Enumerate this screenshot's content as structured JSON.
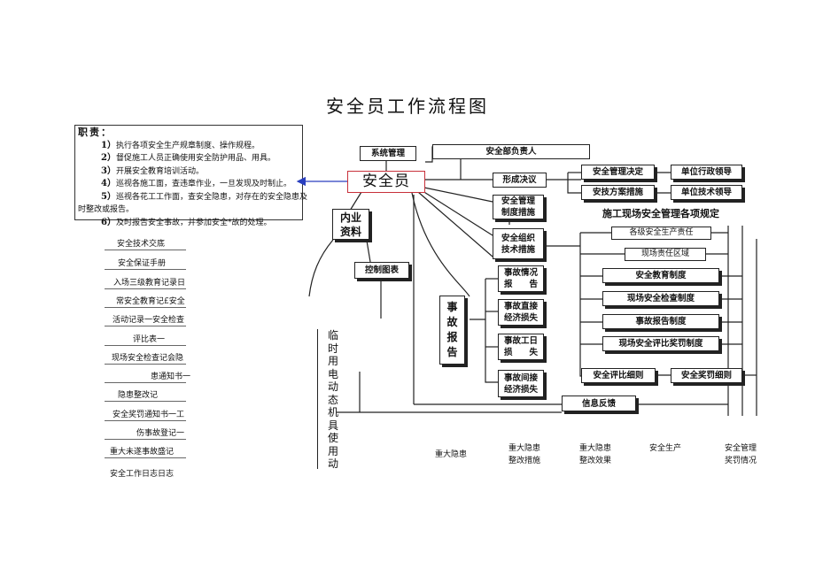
{
  "title": "安全员工作流程图",
  "duties": {
    "header": "职责：",
    "items": [
      {
        "num": "1）",
        "text": "执行各项安全生产规章制度、操作规程。"
      },
      {
        "num": "2）",
        "text": "督促施工人员正确使用安全防护用品、用具。"
      },
      {
        "num": "3）",
        "text": "开展安全教育培训活动。"
      },
      {
        "num": "4）",
        "text": "巡视各施工面，查违章作业，一旦发现及时制止。"
      },
      {
        "num": "5）",
        "text": "巡视各花工工作面，查安全隐患，对存在的安全隐患及",
        "cont": "时整改或报告。"
      },
      {
        "num": "6）",
        "text": "及时报告安全事故，并参加安全*故的处理。"
      }
    ]
  },
  "records": [
    "安全技术交底",
    "安全保证手册",
    "入场三级教育记录日",
    "常安全教育记£安全",
    "活动记录一安全检查",
    "评比表一",
    "现场安全检查记会隐",
    "患通知书一",
    "隐患整改记",
    "安全奖罚通知书一工",
    "伤事故登记一",
    "重大未遂事故盛记",
    "安全工作日志日志"
  ],
  "nodes": {
    "system_mgmt": "系统管理",
    "dept_head": "安全部负责人",
    "safety_officer": "安全员",
    "resolution": "形成决议",
    "mgmt_decision": "安全管理决定",
    "unit_admin": "单位行政领导",
    "tech_plan": "安技方案措施",
    "unit_tech": "单位技术领导",
    "mgmt_system": "安全管理\n制度措施",
    "org_tech": "安全组织\n技术措施",
    "internal_data": "内业\n资料",
    "control_chart": "控制图表",
    "accident_report": "事\n故\n报\n告",
    "acc_situation": "事故情况\n报　　告",
    "direct_loss": "事故直接\n经济损失",
    "work_days": "事故工日\n损　　失",
    "indirect_loss": "事故间接\n经济损失",
    "info_feedback": "信息反馈",
    "site_rules_title": "施工现场安全管理各项规定",
    "resp": "各级安全生产责任",
    "area": "现场责任区域",
    "edu": "安全教育制度",
    "inspect": "现场安全检查制度",
    "acc_report_sys": "事故报告制度",
    "reward": "现场安全评比奖罚制度",
    "eval_rules": "安全评比细则",
    "reward_rules": "安全奖罚细则",
    "temp_power": "临\n时\n用\n电\n动\n态\n机\n具\n使\n用\n动"
  },
  "bottom_labels": [
    {
      "text": "重大隐患"
    },
    {
      "text": "重大隐患\n整改措施"
    },
    {
      "text": "重大隐患\n整改效果"
    },
    {
      "text": "安全生产"
    },
    {
      "text": "安全管理\n奖罚情况"
    }
  ]
}
